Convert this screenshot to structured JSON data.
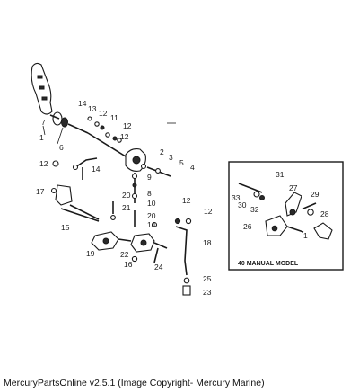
{
  "diagram": {
    "callouts": [
      {
        "id": "c1",
        "text": "1"
      },
      {
        "id": "c7",
        "text": "7"
      },
      {
        "id": "c6",
        "text": "6"
      },
      {
        "id": "c14a",
        "text": "14"
      },
      {
        "id": "c13",
        "text": "13"
      },
      {
        "id": "c12a",
        "text": "12"
      },
      {
        "id": "c11",
        "text": "11"
      },
      {
        "id": "c12b",
        "text": "12"
      },
      {
        "id": "c12c",
        "text": "12"
      },
      {
        "id": "c2",
        "text": "2"
      },
      {
        "id": "c3",
        "text": "3"
      },
      {
        "id": "c5",
        "text": "5"
      },
      {
        "id": "c4",
        "text": "4"
      },
      {
        "id": "c12d",
        "text": "12"
      },
      {
        "id": "c14b",
        "text": "14"
      },
      {
        "id": "c9",
        "text": "9"
      },
      {
        "id": "c8",
        "text": "8"
      },
      {
        "id": "c10",
        "text": "10"
      },
      {
        "id": "c17",
        "text": "17"
      },
      {
        "id": "c20a",
        "text": "20"
      },
      {
        "id": "c21",
        "text": "21"
      },
      {
        "id": "c15",
        "text": "15"
      },
      {
        "id": "c20b",
        "text": "20"
      },
      {
        "id": "c14c",
        "text": "14"
      },
      {
        "id": "c12e",
        "text": "12"
      },
      {
        "id": "c12f",
        "text": "12"
      },
      {
        "id": "c18",
        "text": "18"
      },
      {
        "id": "c19",
        "text": "19"
      },
      {
        "id": "c22",
        "text": "22"
      },
      {
        "id": "c16",
        "text": "16"
      },
      {
        "id": "c24",
        "text": "24"
      },
      {
        "id": "c25",
        "text": "25"
      },
      {
        "id": "c23",
        "text": "23"
      },
      {
        "id": "c31",
        "text": "31"
      },
      {
        "id": "c33",
        "text": "33"
      },
      {
        "id": "c30",
        "text": "30"
      },
      {
        "id": "c27",
        "text": "27"
      },
      {
        "id": "c29",
        "text": "29"
      },
      {
        "id": "c32",
        "text": "32"
      },
      {
        "id": "c28",
        "text": "28"
      },
      {
        "id": "c26",
        "text": "26"
      },
      {
        "id": "c1b",
        "text": "1"
      }
    ],
    "inset_caption": "40 MANUAL MODEL"
  },
  "footer": {
    "text": "MercuryPartsOnline v2.5.1 (Image Copyright- Mercury Marine)"
  }
}
